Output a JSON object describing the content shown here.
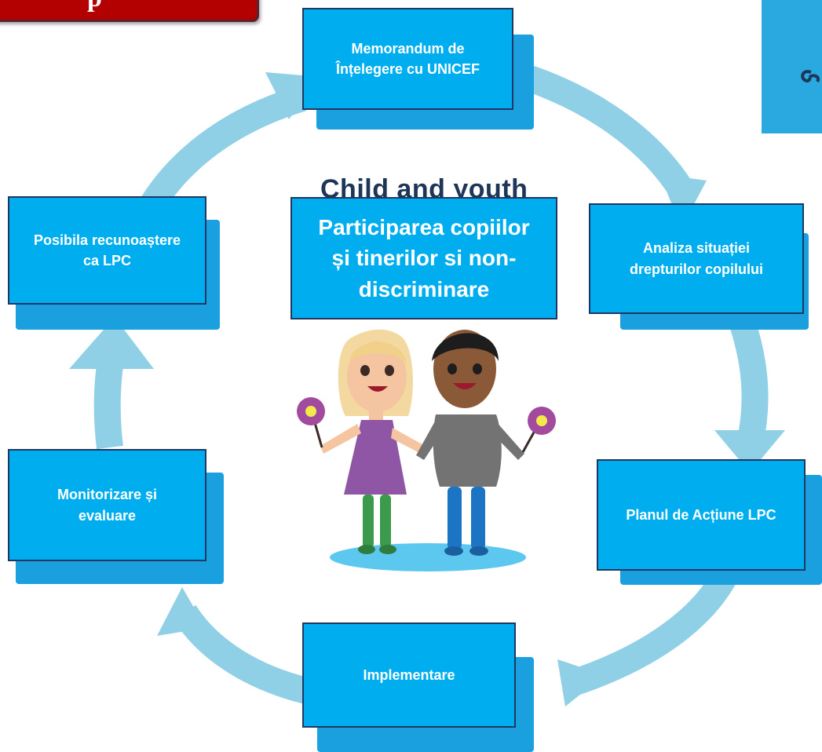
{
  "colors": {
    "box_fill": "#00aeef",
    "box_shadow": "#1aa0df",
    "box_border": "#1f3763",
    "cycle_arrow": "#8fd0e6",
    "corner_banner": "#b30000"
  },
  "diagram": {
    "center": {
      "title": "Participarea copiilor și tinerilor si non-discriminare",
      "background_text": "Child and youth"
    },
    "steps": [
      {
        "label": "Memorandum de Înțelegere cu UNICEF"
      },
      {
        "label": "Analiza situației drepturilor copilului"
      },
      {
        "label": "Planul de Acțiune LPC"
      },
      {
        "label": "Implementare"
      },
      {
        "label": "Monitorizare și evaluare"
      },
      {
        "label": "Posibila recunoaștere ca LPC"
      }
    ],
    "corner_banner_text": "p",
    "icons": [
      "link-icon",
      "children-illustration-icon",
      "lollipop-icon"
    ]
  }
}
